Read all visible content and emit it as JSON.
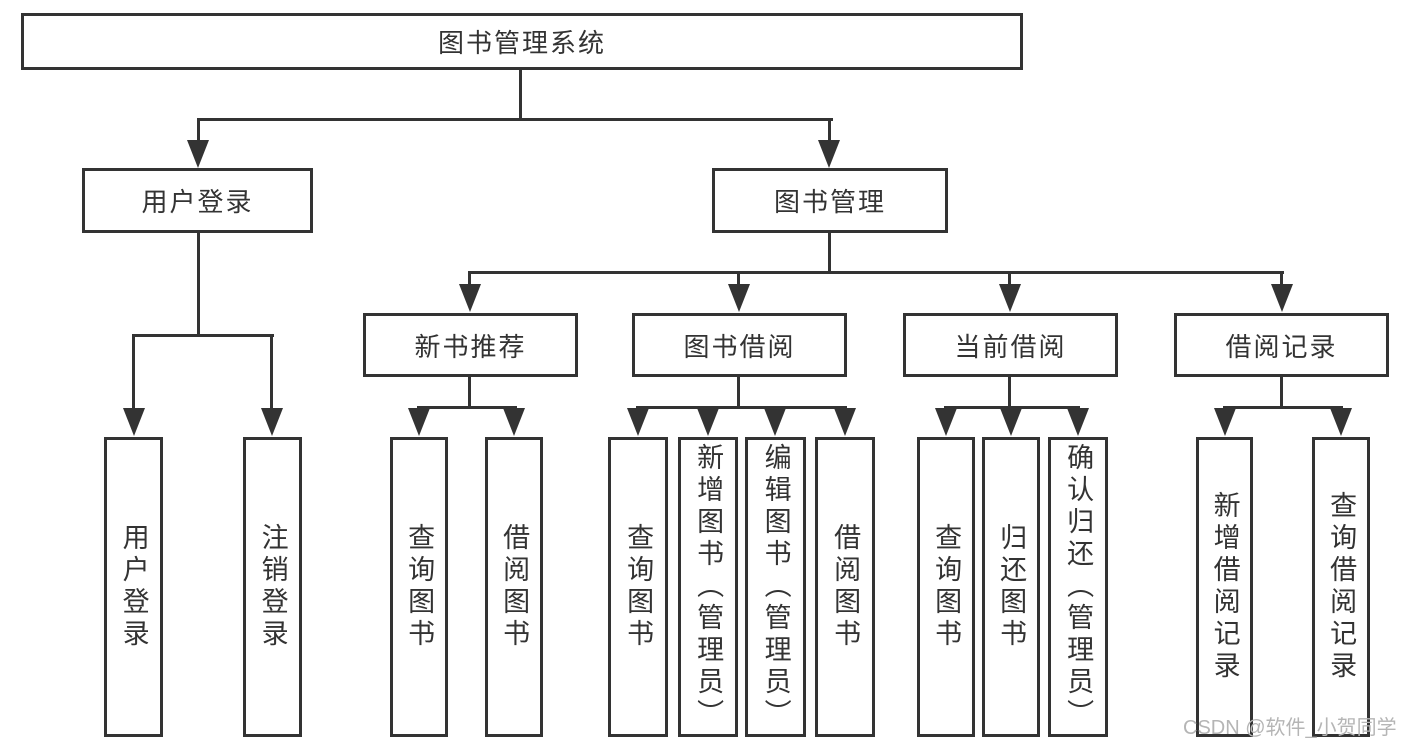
{
  "diagram_title": "图书管理系统",
  "nodes": {
    "root": "图书管理系统",
    "user_login": "用户登录",
    "book_mgmt": "图书管理",
    "new_book": "新书推荐",
    "book_borrow": "图书借阅",
    "current_borrow": "当前借阅",
    "borrow_records": "借阅记录",
    "leaf_user_login": "用户登录",
    "leaf_logout": "注销登录",
    "leaf_nb_query": "查询图书",
    "leaf_nb_borrow": "借阅图书",
    "leaf_bb_query": "查询图书",
    "leaf_bb_add": "新增图书（管理员）",
    "leaf_bb_edit": "编辑图书（管理员）",
    "leaf_bb_borrow": "借阅图书",
    "leaf_cb_query": "查询图书",
    "leaf_cb_return": "归还图书",
    "leaf_cb_confirm": "确认归还（管理员）",
    "leaf_rec_add": "新增借阅记录",
    "leaf_rec_query": "查询借阅记录"
  },
  "hierarchy": {
    "图书管理系统": {
      "用户登录": [
        "用户登录",
        "注销登录"
      ],
      "图书管理": {
        "新书推荐": [
          "查询图书",
          "借阅图书"
        ],
        "图书借阅": [
          "查询图书",
          "新增图书（管理员）",
          "编辑图书（管理员）",
          "借阅图书"
        ],
        "当前借阅": [
          "查询图书",
          "归还图书",
          "确认归还（管理员）"
        ],
        "借阅记录": [
          "新增借阅记录",
          "查询借阅记录"
        ]
      }
    }
  },
  "watermark": "CSDN @软件_小贺同学",
  "colors": {
    "line": "#333333",
    "box_border": "#333333",
    "box_background": "#ffffff",
    "text": "#333333",
    "watermark": "#b5b5b5"
  }
}
